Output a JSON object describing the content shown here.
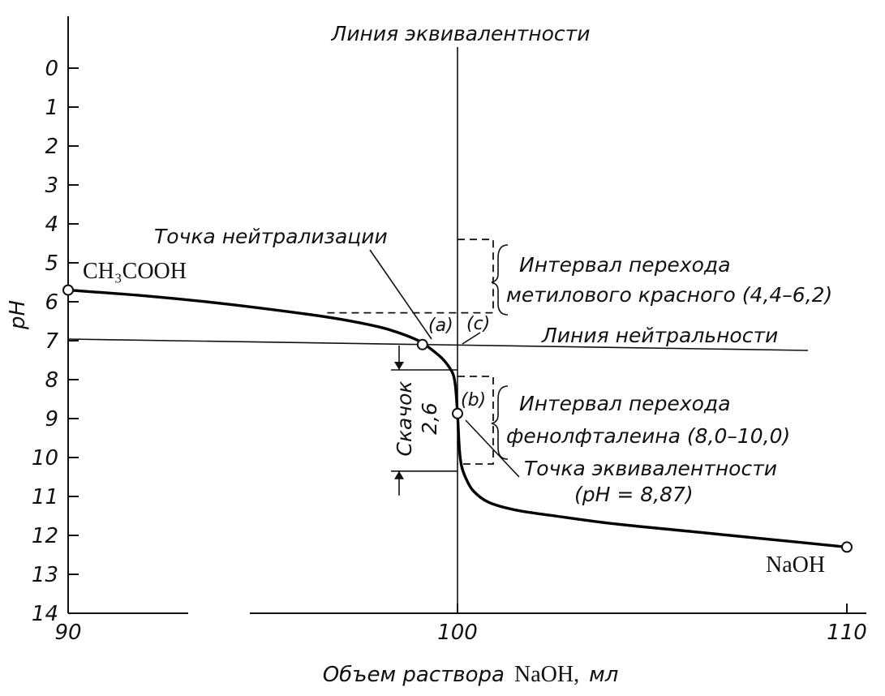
{
  "chart_data": {
    "type": "line",
    "title": "",
    "xlabel_prefix": "Объем раствора",
    "xlabel_reagent": "NaOH,",
    "xlabel_unit": "мл",
    "ylabel": "pH",
    "xlim": [
      90,
      110
    ],
    "ylim": [
      0,
      14
    ],
    "y_inverted": true,
    "x_ticks": [
      90,
      100,
      110
    ],
    "y_ticks": [
      0,
      1,
      2,
      3,
      4,
      5,
      6,
      7,
      8,
      9,
      10,
      11,
      12,
      13,
      14
    ],
    "grid": false,
    "series": [
      {
        "x": [
          90,
          92,
          94,
          96,
          97,
          98,
          98.5,
          99,
          99.3,
          99.6,
          99.8,
          99.9,
          99.95,
          100,
          100.05,
          100.1,
          100.2,
          100.4,
          100.8,
          101.5,
          102.5,
          104,
          106,
          108,
          110
        ],
        "y": [
          5.7,
          5.85,
          6.05,
          6.3,
          6.45,
          6.65,
          6.8,
          7.0,
          7.2,
          7.45,
          7.7,
          7.9,
          8.2,
          8.87,
          9.8,
          10.2,
          10.5,
          10.85,
          11.15,
          11.35,
          11.5,
          11.7,
          11.9,
          12.1,
          12.3
        ]
      }
    ],
    "markers": [
      {
        "x": 90,
        "y": 5.7
      },
      {
        "x": 99.1,
        "y": 7.1
      },
      {
        "x": 100,
        "y": 8.87
      },
      {
        "x": 110,
        "y": 12.3
      }
    ],
    "reference_lines": {
      "equivalence_x": 100,
      "neutrality_y": 7,
      "methyl_red_interval": [
        4.4,
        6.2
      ],
      "phenolphthalein_interval": [
        8.0,
        10.0
      ],
      "jump_interval": [
        7.75,
        10.35
      ]
    },
    "annotations": {
      "equivalence_line": "Линия эквивалентности",
      "neutrality_line": "Линия нейтральности",
      "neutralization_point": "Точка нейтрализации",
      "methyl_red_1": "Интервал перехода",
      "methyl_red_2": "метилового красного (4,4–6,2)",
      "phenol_1": "Интервал перехода",
      "phenol_2": "фенолфталеина (8,0–10,0)",
      "equivalence_point": "Точка эквивалентности",
      "equivalence_ph": "(pH = 8,87)",
      "jump_1": "Скачок",
      "jump_2": "2,6",
      "label_a": "(a)",
      "label_b": "(b)",
      "label_c": "(c)",
      "acid_formula": "CH₃COOH",
      "base_formula": "NaOH"
    }
  }
}
